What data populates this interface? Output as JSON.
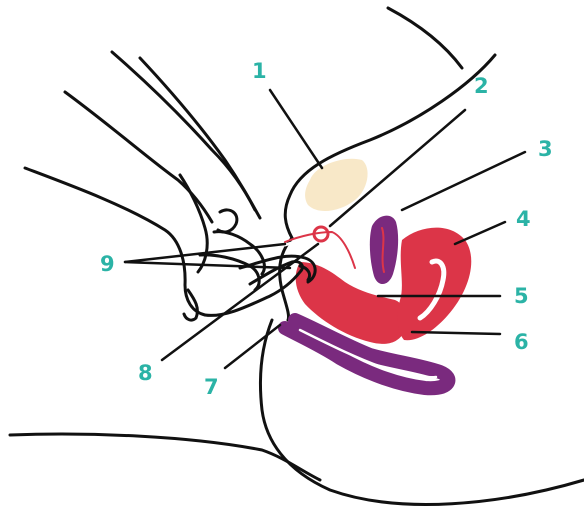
{
  "colors": {
    "line": "#111111",
    "label": "#2bb3a6",
    "bladder": "#f8e8c8",
    "red": "#dc3548",
    "purple": "#7a2a7e"
  },
  "labels": [
    {
      "id": "1",
      "text": "1"
    },
    {
      "id": "2",
      "text": "2"
    },
    {
      "id": "3",
      "text": "3"
    },
    {
      "id": "4",
      "text": "4"
    },
    {
      "id": "5",
      "text": "5"
    },
    {
      "id": "6",
      "text": "6"
    },
    {
      "id": "7",
      "text": "7"
    },
    {
      "id": "8",
      "text": "8"
    },
    {
      "id": "9",
      "text": "9"
    }
  ]
}
